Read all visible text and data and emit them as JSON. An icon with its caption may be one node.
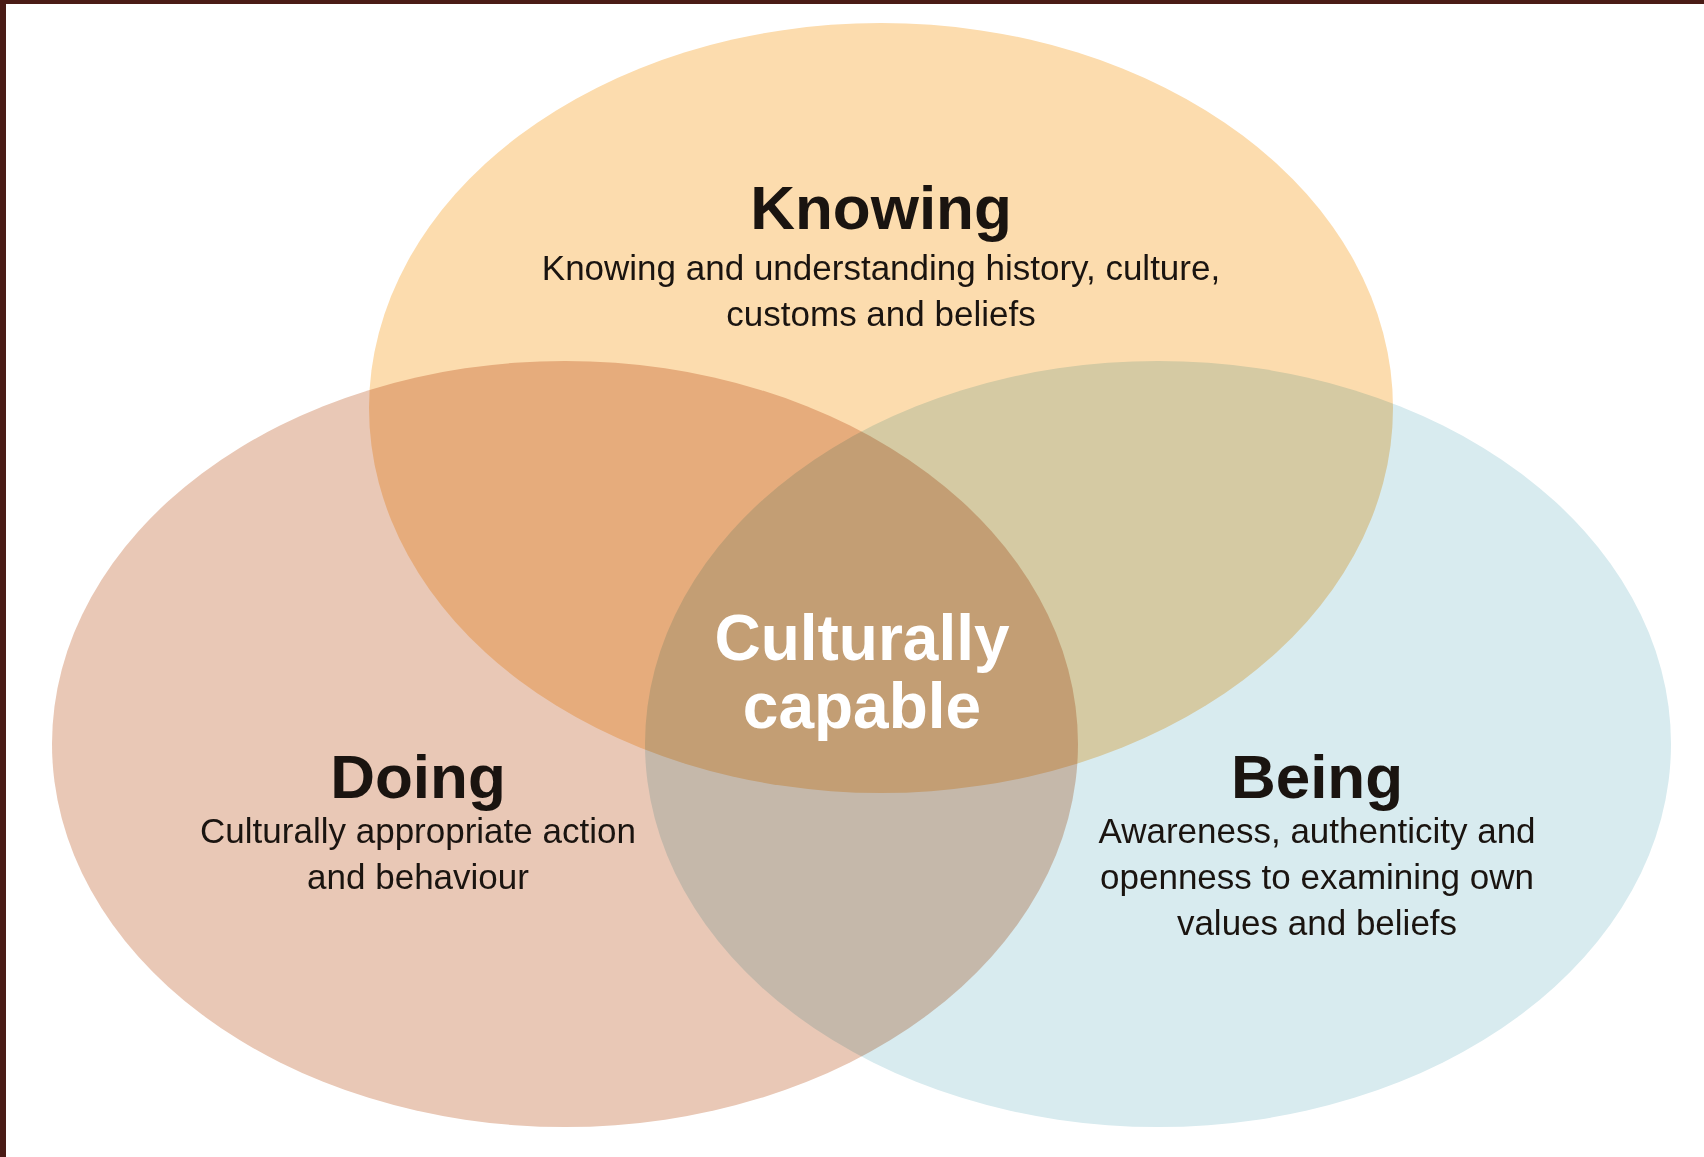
{
  "diagram": {
    "nodes": [
      {
        "text": [
          "Knowing",
          "Knowing and understanding history, culture, customs and beliefs"
        ]
      },
      {
        "text": [
          "Doing",
          "Culturally appropriate action and behaviour"
        ]
      },
      {
        "text": [
          "Being",
          "Awareness, authenticity and openness to examining own values and beliefs"
        ]
      }
    ],
    "edges": [],
    "labels": [
      "Culturally capable"
    ]
  }
}
